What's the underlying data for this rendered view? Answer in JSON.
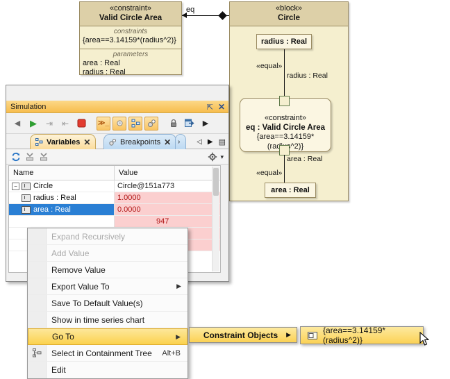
{
  "diagram": {
    "constraint_block": {
      "stereotype": "«constraint»",
      "name": "Valid Circle Area",
      "compartments": [
        {
          "title": "constraints",
          "lines": [
            "{area==3.14159*(radius^2)}"
          ]
        },
        {
          "title": "parameters",
          "lines": [
            "area : Real",
            "radius : Real"
          ]
        }
      ]
    },
    "connector_label": "eq",
    "block": {
      "stereotype": "«block»",
      "name": "Circle",
      "properties": [
        {
          "label": "radius : Real"
        },
        {
          "label": "area : Real"
        }
      ],
      "constraint_property": {
        "stereotype": "«constraint»",
        "name": "eq : Valid Circle Area",
        "expression": "{area==3.14159*(radius^2)}"
      },
      "binding_labels": [
        "«equal»",
        "«equal»"
      ],
      "parameter_labels": [
        "radius : Real",
        "area : Real"
      ]
    }
  },
  "sim_window": {
    "doc_tab": {
      "label": "Simulation",
      "icon": "gear-icon"
    },
    "panel_title": "Simulation",
    "window_buttons": {
      "maximize": "⇱",
      "close": "✕"
    },
    "toolbar": [
      {
        "name": "step-back-button",
        "glyph": "◀",
        "active": false
      },
      {
        "name": "run-button",
        "glyph": "▶",
        "active": false
      },
      {
        "name": "step-into-button",
        "glyph": "⇥",
        "active": false
      },
      {
        "name": "step-over-button",
        "glyph": "⇤",
        "active": false
      },
      {
        "name": "stop-button",
        "glyph": "■",
        "active": false
      },
      {
        "name": "console-button",
        "glyph": "≫_",
        "active": true
      },
      {
        "name": "settings-button",
        "glyph": "✿",
        "active": true
      },
      {
        "name": "variables-button",
        "glyph": "品",
        "active": true
      },
      {
        "name": "breakpoints-button",
        "glyph": "◦°",
        "active": true
      },
      {
        "name": "lock-button",
        "glyph": "🔒",
        "active": false
      },
      {
        "name": "export-button",
        "glyph": "⮕",
        "active": false
      },
      {
        "name": "expand-toolbar-button",
        "glyph": "▶",
        "active": false
      }
    ],
    "view_tabs": [
      {
        "label": "Variables",
        "selected": true,
        "icon": "variables-icon"
      },
      {
        "label": "Breakpoints",
        "selected": false,
        "icon": "breakpoint-icon"
      }
    ],
    "strip_buttons": [
      "◁",
      "▶",
      "▤"
    ],
    "sub_toolbar": {
      "refresh": "refresh-icon",
      "collapse_all": "collapse-icon",
      "expand_all": "expand-icon",
      "options": "gear-icon",
      "options_arrow": "▾"
    },
    "table": {
      "columns": [
        "Name",
        "Value"
      ],
      "rows": [
        {
          "name": "Circle",
          "value": "Circle@151a773",
          "level": 0,
          "state": "normal",
          "expander": "−"
        },
        {
          "name": "radius : Real",
          "value": "1.0000",
          "level": 1,
          "state": "error"
        },
        {
          "name": "area : Real",
          "value": "0.0000",
          "level": 1,
          "state": "selected"
        },
        {
          "name": "",
          "value": "947",
          "level": 1,
          "state": "error"
        }
      ]
    }
  },
  "context_menu": {
    "items": [
      {
        "label": "Expand Recursively",
        "disabled": true,
        "submenu": false,
        "accel": "",
        "icon": ""
      },
      {
        "label": "Add Value",
        "disabled": true,
        "submenu": false,
        "accel": "",
        "icon": ""
      },
      {
        "label": "Remove Value",
        "disabled": false,
        "submenu": false,
        "accel": "",
        "icon": ""
      },
      {
        "label": "Export Value To",
        "disabled": false,
        "submenu": true,
        "accel": "",
        "icon": ""
      },
      {
        "label": "Save To Default Value(s)",
        "disabled": false,
        "submenu": false,
        "accel": "",
        "icon": ""
      },
      {
        "label": "Show in time series chart",
        "disabled": false,
        "submenu": false,
        "accel": "",
        "icon": ""
      },
      {
        "label": "Go To",
        "disabled": false,
        "submenu": true,
        "accel": "",
        "icon": "",
        "highlighted": true
      },
      {
        "label": "Select in Containment Tree",
        "disabled": false,
        "submenu": false,
        "accel": "Alt+B",
        "icon": "containment-tree-icon"
      },
      {
        "label": "Edit",
        "disabled": false,
        "submenu": false,
        "accel": "",
        "icon": ""
      }
    ]
  },
  "submenu": {
    "label": "Constraint Objects",
    "arrow": "▶"
  },
  "leaf_menu": {
    "icon": "constraint-object-icon",
    "label": "{area==3.14159*(radius^2)}"
  },
  "colors": {
    "block_header": "#ddd0a8",
    "block_body": "#f5efcf",
    "highlight": "#fbd24e",
    "error_cell": "#fbcfcf",
    "error_text": "#b01414",
    "selection_blue": "#2a7fd4"
  }
}
